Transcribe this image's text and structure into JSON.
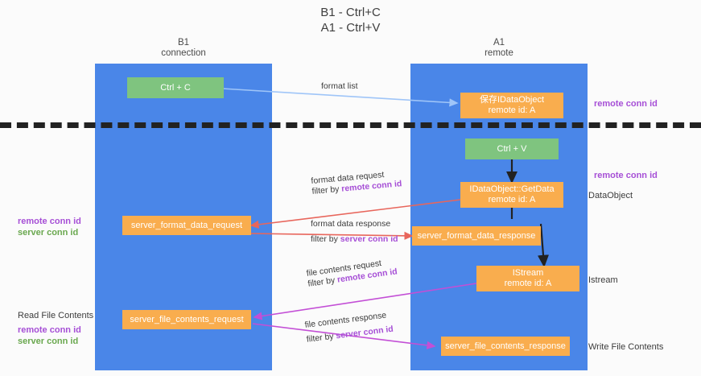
{
  "title": {
    "line1": "B1 - Ctrl+C",
    "line2": "A1 - Ctrl+V"
  },
  "columns": [
    {
      "name": "B1",
      "sub": "connection"
    },
    {
      "name": "A1",
      "sub": "remote"
    }
  ],
  "nodes": {
    "ctrl_c": {
      "label": "Ctrl + C"
    },
    "ctrl_v": {
      "label": "Ctrl + V"
    },
    "save_idataobject": {
      "line1": "保存IDataObject",
      "line2": "remote id: A"
    },
    "getdata": {
      "line1": "IDataObject::GetData",
      "line2": "remote id: A"
    },
    "istream": {
      "line1": "IStream",
      "line2": "remote id: A"
    },
    "server_format_data_request": {
      "label": "server_format_data_request"
    },
    "server_format_data_response": {
      "label": "server_format_data_response"
    },
    "server_file_contents_request": {
      "label": "server_file_contents_request"
    },
    "server_file_contents_response": {
      "label": "server_file_contents_response"
    }
  },
  "edge_labels": {
    "format_list": {
      "text": "format list"
    },
    "format_data_request": {
      "line1": "format data request",
      "line2_prefix": "filter by ",
      "line2_key": "remote conn id"
    },
    "format_data_response": {
      "line1": "format data response",
      "line2_prefix": "filter by ",
      "line2_key": "server conn id"
    },
    "file_contents_request": {
      "line1": "file contents request",
      "line2_prefix": "filter by ",
      "line2_key": "remote conn id"
    },
    "file_contents_response": {
      "line1": "file contents response",
      "line2_prefix": "filter by ",
      "line2_key": "server conn id"
    }
  },
  "annotations": {
    "right_top": {
      "text": "remote conn id"
    },
    "right_mid": {
      "text": "remote conn id"
    },
    "dataobject": {
      "text": "DataObject"
    },
    "istream": {
      "text": "Istream"
    },
    "write_file": {
      "text": "Write File Contents"
    },
    "left_mid": {
      "remote": "remote conn id",
      "server": "server conn id"
    },
    "left_bottom": {
      "heading": "Read File Contents",
      "remote": "remote conn id",
      "server": "server conn id"
    }
  },
  "colors": {
    "lane": "#4a86e8",
    "node_green": "#7fc47f",
    "node_orange": "#f9ad4e",
    "purple": "#a64fd6",
    "green_text": "#6aa84f",
    "edge_blue": "#9fc5f8",
    "edge_red": "#e8665c",
    "edge_magenta": "#c34fd6",
    "edge_black": "#222222",
    "divider": "#222222"
  }
}
